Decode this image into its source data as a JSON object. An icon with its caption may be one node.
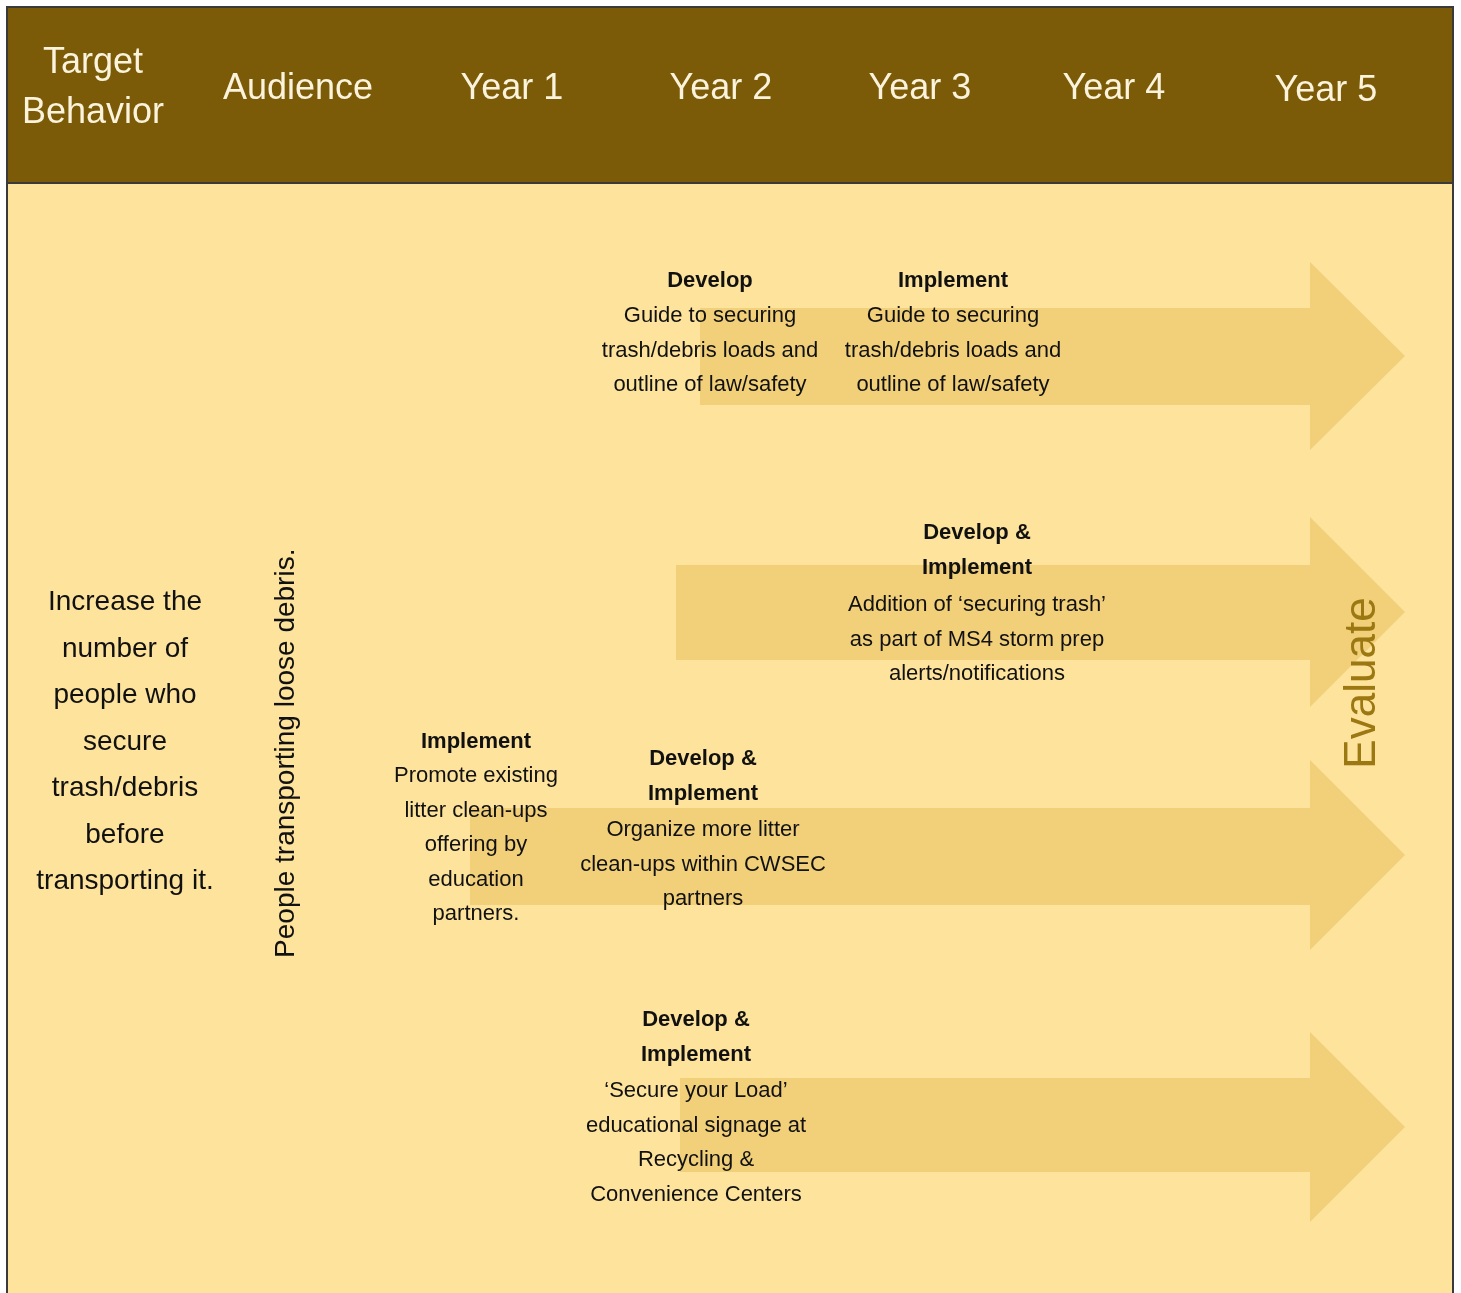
{
  "diagram": {
    "labels": [
      "Target Behavior",
      "Audience",
      "Year 1",
      "Year 2",
      "Year 3",
      "Year 4",
      "Year 5",
      "Increase the number of people who secure trash/debris before transporting it.",
      "People transporting loose debris.",
      "Develop",
      "Guide to securing trash/debris loads and outline of law/safety",
      "Implement",
      "Guide to securing trash/debris loads and outline of law/safety",
      "Develop & Implement",
      "Addition of ‘securing trash’ as part of MS4 storm prep alerts/notifications",
      "Implement",
      "Promote existing litter clean-ups offering by education partners.",
      "Develop & Implement",
      "Organize more litter clean-ups within CWSEC partners",
      "Develop & Implement",
      "‘Secure your Load’ educational signage at Recycling & Convenience Centers",
      "Evaluate"
    ]
  }
}
